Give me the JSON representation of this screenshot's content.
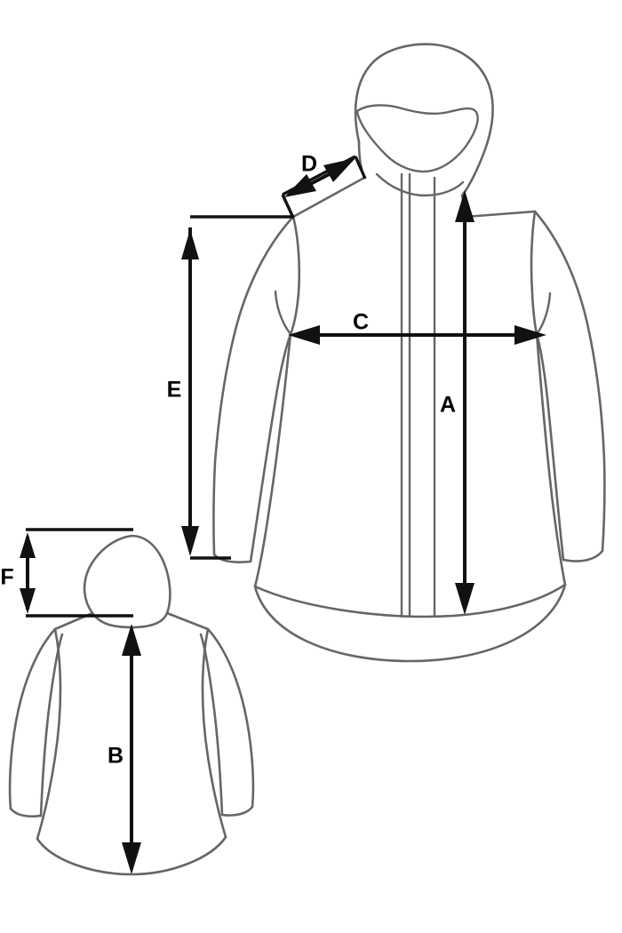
{
  "diagram": {
    "title": "Jacket measurement diagram",
    "background_color": "#ffffff",
    "outline_color": "#666666",
    "dimension_color": "#111111",
    "views": [
      {
        "id": "front-view",
        "name": "hooded-jacket-front",
        "description": "Hooded jacket, front view with zip placket"
      },
      {
        "id": "back-view",
        "name": "hooded-jacket-back",
        "description": "Hooded jacket, back view"
      }
    ],
    "measurements": [
      {
        "key": "A",
        "label": "A",
        "view": "front-view",
        "orientation": "vertical",
        "arrow_type": "double",
        "description": "Front body length from shoulder seam to hem"
      },
      {
        "key": "B",
        "label": "B",
        "view": "back-view",
        "orientation": "vertical",
        "arrow_type": "double",
        "description": "Back body length from hood seam to hem"
      },
      {
        "key": "C",
        "label": "C",
        "view": "front-view",
        "orientation": "horizontal",
        "arrow_type": "double",
        "description": "Chest width, armhole to armhole"
      },
      {
        "key": "D",
        "label": "D",
        "view": "front-view",
        "orientation": "diagonal",
        "arrow_type": "double",
        "description": "Shoulder width from neck point to shoulder point"
      },
      {
        "key": "E",
        "label": "E",
        "view": "front-view",
        "orientation": "vertical",
        "arrow_type": "double",
        "description": "Sleeve length from shoulder point to cuff"
      },
      {
        "key": "F",
        "label": "F",
        "view": "back-view",
        "orientation": "vertical",
        "arrow_type": "double",
        "description": "Hood height"
      }
    ]
  }
}
